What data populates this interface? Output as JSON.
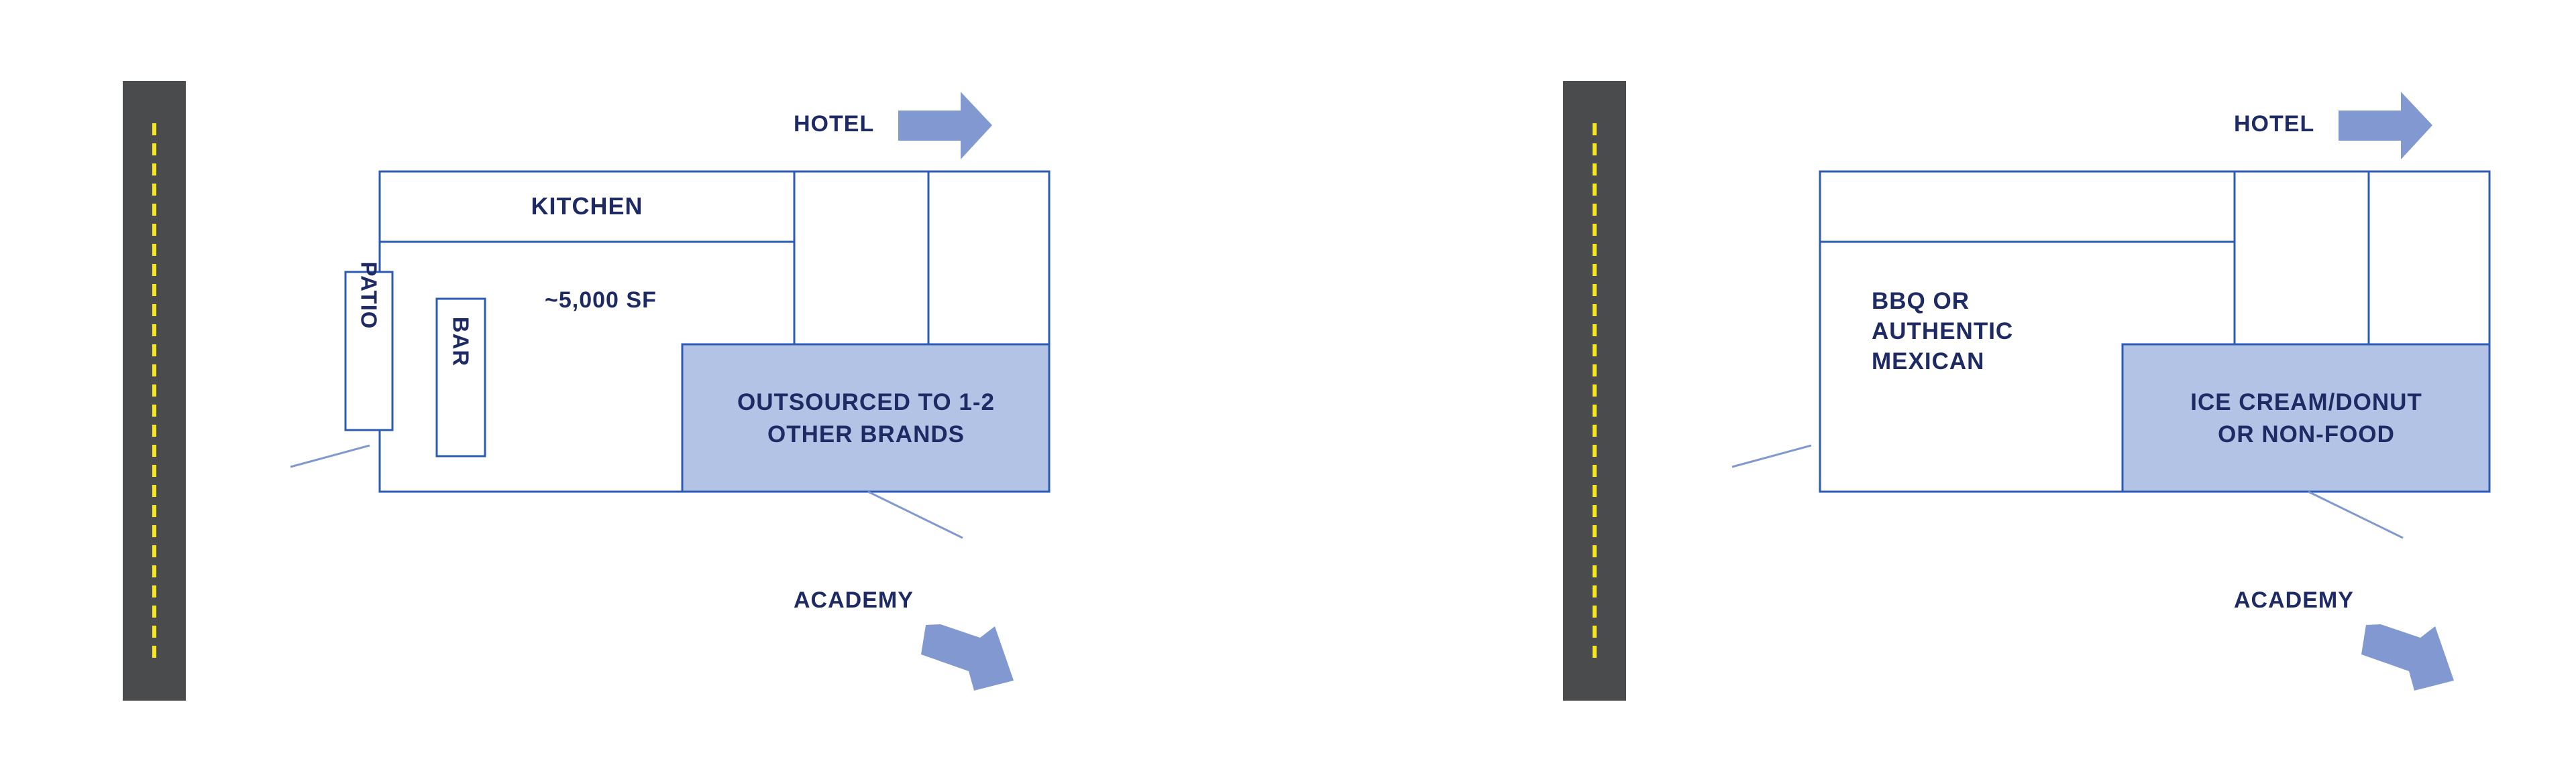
{
  "colors": {
    "road": "#4a4b4d",
    "road_stripe": "#f6e71f",
    "outline": "#2c5bb5",
    "fill_highlight": "#b3c3e6",
    "arrow": "#8199d0",
    "text": "#1d2a63"
  },
  "left_plan": {
    "hotel_label": "HOTEL",
    "kitchen_label": "KITCHEN",
    "area_label": "~5,000 SF",
    "patio_label": "PATIO",
    "bar_label": "BAR",
    "outsourced_label_line1": "OUTSOURCED TO 1-2",
    "outsourced_label_line2": "OTHER BRANDS",
    "academy_label": "ACADEMY"
  },
  "right_plan": {
    "hotel_label": "HOTEL",
    "main_label_line1": "BBQ OR",
    "main_label_line2": "AUTHENTIC",
    "main_label_line3": "MEXICAN",
    "corner_label_line1": "ICE CREAM/DONUT",
    "corner_label_line2": "OR NON-FOOD",
    "academy_label": "ACADEMY"
  }
}
